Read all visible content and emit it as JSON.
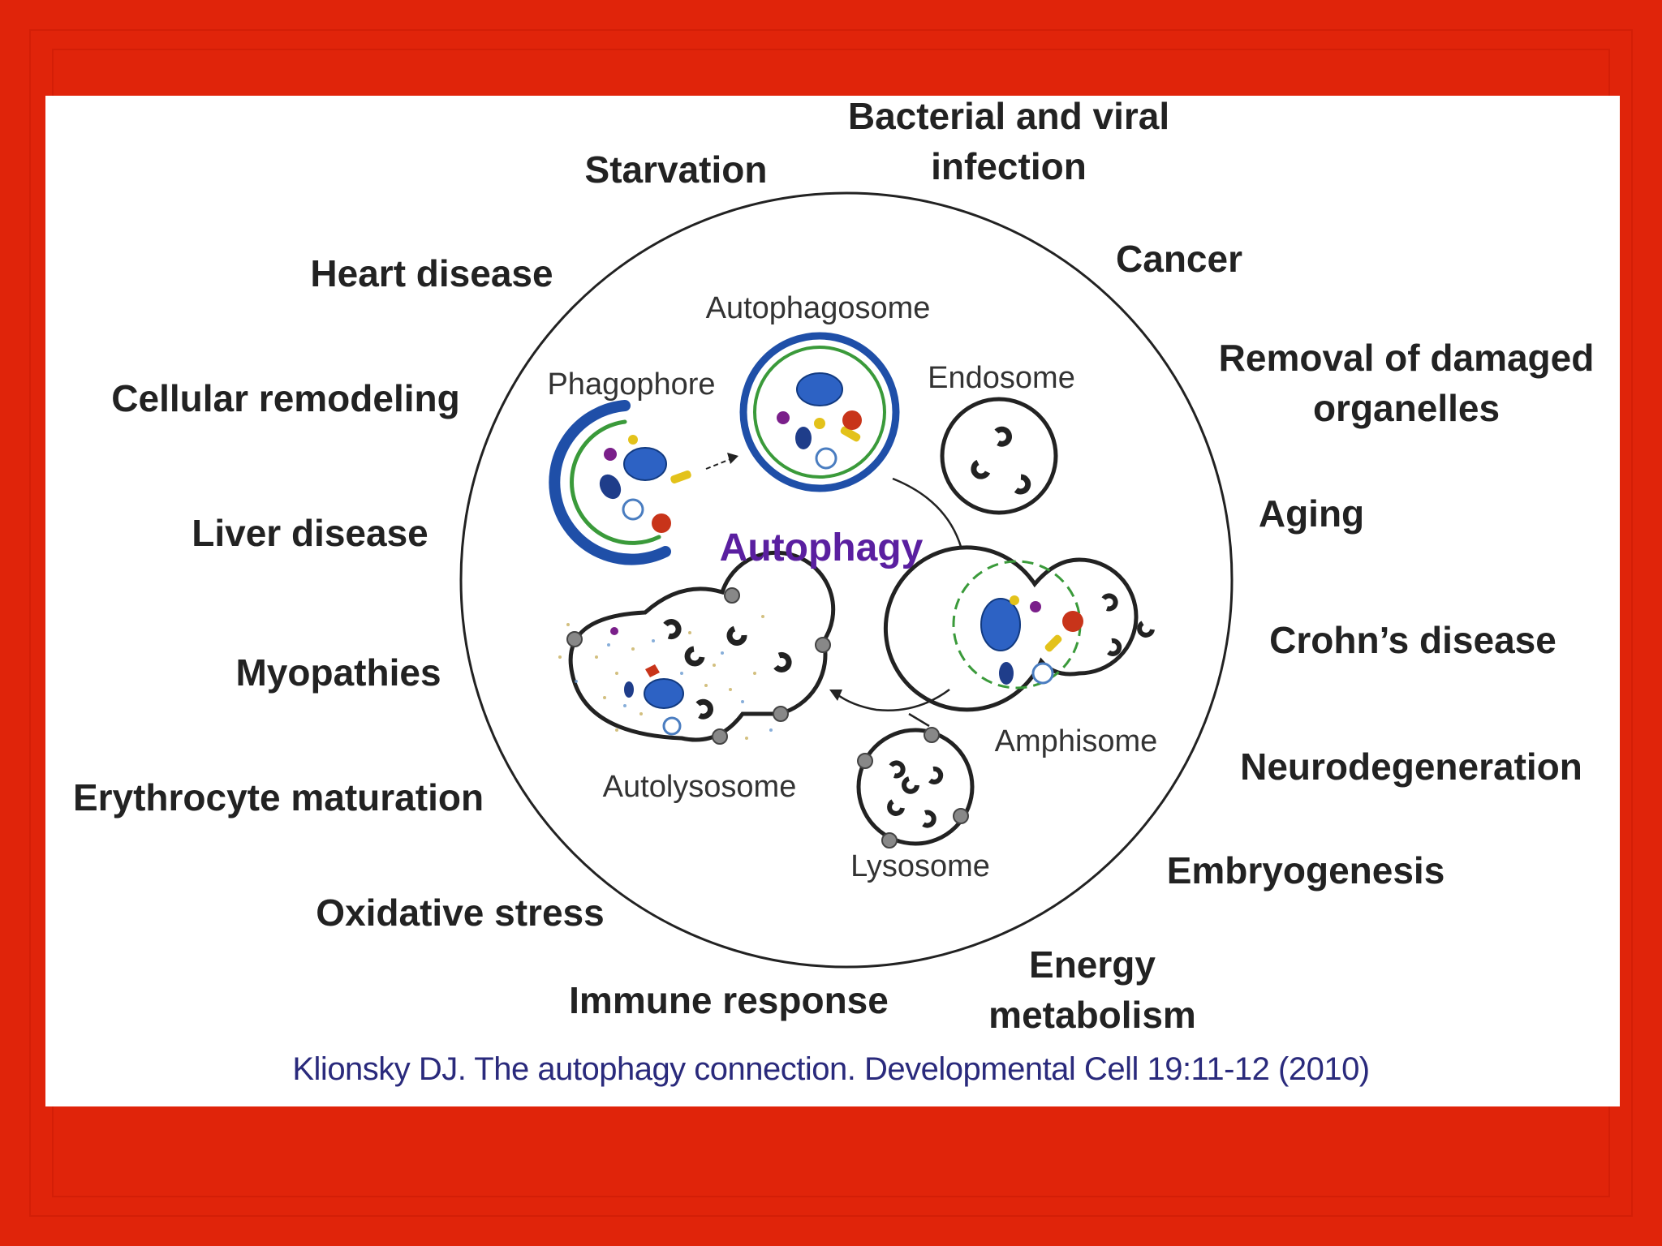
{
  "colors": {
    "background": "#e0240a",
    "panel": "#ffffff",
    "center_title": "#5a1fa0",
    "citation": "#2a2a7c",
    "membrane_blue": "#1f4fa8",
    "membrane_green": "#3a9a3a"
  },
  "center": {
    "title": "Autophagy",
    "structures": {
      "phagophore": "Phagophore",
      "autophagosome": "Autophagosome",
      "endosome": "Endosome",
      "amphisome": "Amphisome",
      "lysosome": "Lysosome",
      "autolysosome": "Autolysosome"
    }
  },
  "outer_labels": {
    "bacterial_infection": [
      "Bacterial and viral",
      "infection"
    ],
    "starvation": "Starvation",
    "cancer": "Cancer",
    "heart_disease": "Heart disease",
    "removal_organelles": [
      "Removal of damaged",
      "organelles"
    ],
    "cellular_remodeling": "Cellular remodeling",
    "aging": "Aging",
    "liver_disease": "Liver disease",
    "crohns_disease": "Crohn’s disease",
    "myopathies": "Myopathies",
    "neurodegeneration": "Neurodegeneration",
    "erythrocyte_maturation": "Erythrocyte maturation",
    "embryogenesis": "Embryogenesis",
    "oxidative_stress": "Oxidative stress",
    "energy_metabolism": [
      "Energy",
      "metabolism"
    ],
    "immune_response": "Immune response"
  },
  "citation": "Klionsky DJ. The autophagy connection. Developmental Cell 19:11-12 (2010)"
}
